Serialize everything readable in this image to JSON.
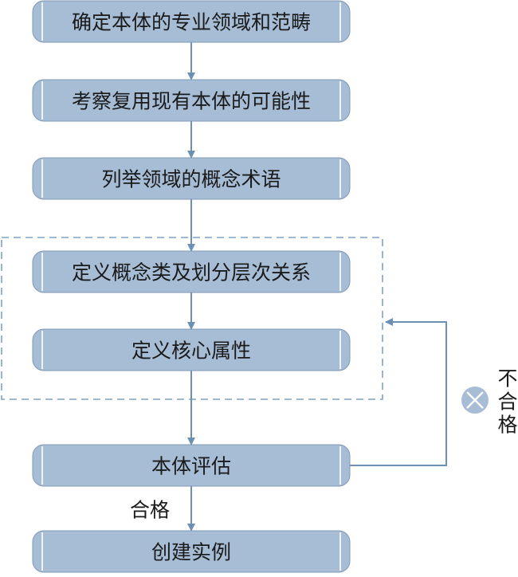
{
  "steps": [
    {
      "label": "确定本体的专业领域和范畴"
    },
    {
      "label": "考察复用现有本体的可能性"
    },
    {
      "label": "列举领域的概念术语"
    },
    {
      "label": "定义概念类及划分层次关系"
    },
    {
      "label": "定义核心属性"
    },
    {
      "label": "本体评估"
    },
    {
      "label": "创建实例"
    }
  ],
  "pass_label": "合格",
  "fail_label": [
    "不",
    "合",
    "格"
  ],
  "colors": {
    "box_fill": "#a6bdd5",
    "box_edge": "#7f9ab8",
    "arrow": "#6c90b4",
    "dashed": "#7ea2c4",
    "fail_circle": "#a6bdd5"
  }
}
